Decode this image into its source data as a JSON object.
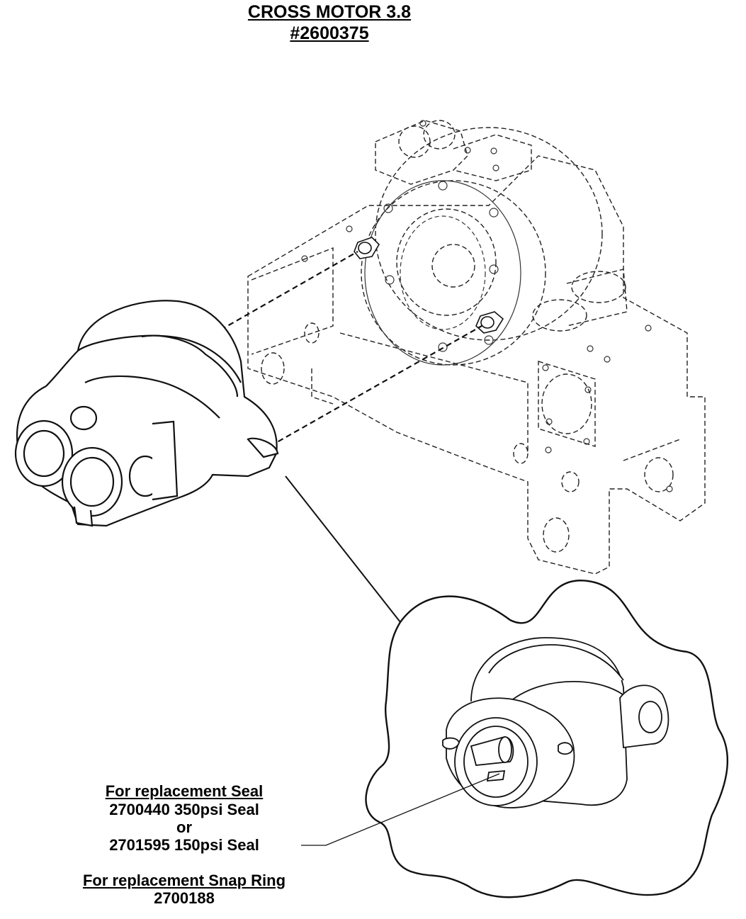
{
  "title": {
    "line1": "CROSS MOTOR 3.8",
    "line2": "#2600375"
  },
  "notes": {
    "seal_heading": "For replacement Seal",
    "seal_option_1": "2700440 350psi Seal",
    "seal_or": "or",
    "seal_option_2": "2701595 150psi Seal",
    "snap_ring_heading": "For replacement Snap Ring",
    "snap_ring_part": "2700188"
  }
}
